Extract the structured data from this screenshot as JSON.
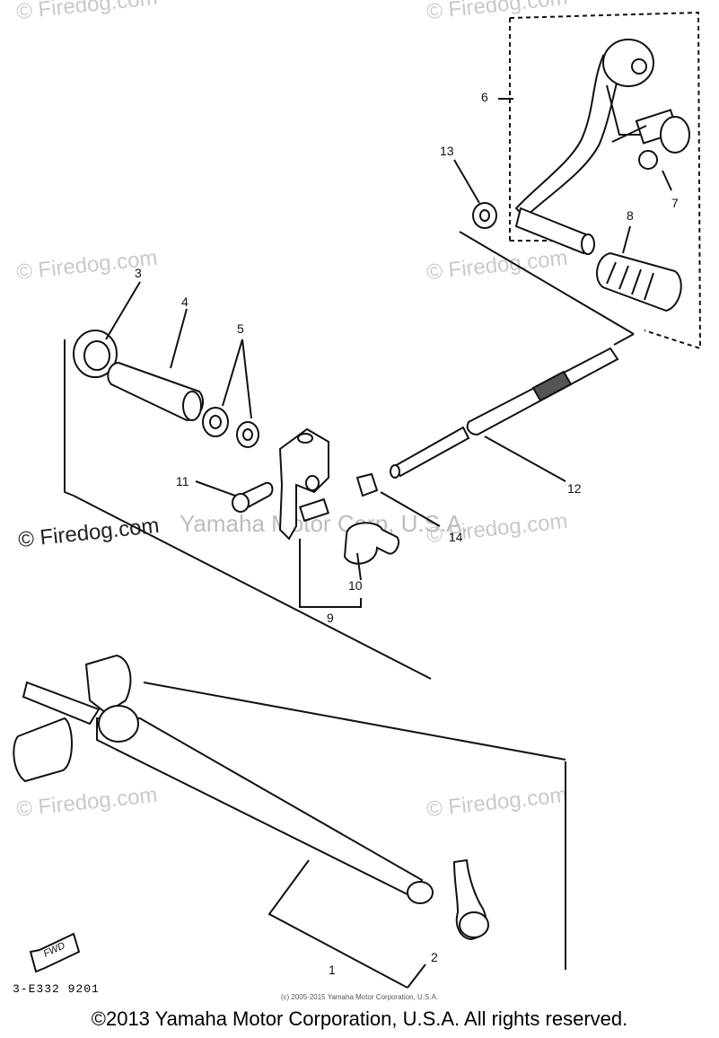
{
  "watermarks": [
    "© Firedog.com",
    "© Firedog.com",
    "© Firedog.com",
    "© Firedog.com",
    "© Firedog.com",
    "© Firedog.com",
    "© Firedog.com",
    "© Firedog.com"
  ],
  "watermark_center": "Yamaha Motor Corp, U.S.A.",
  "callouts": [
    "1",
    "2",
    "3",
    "4",
    "5",
    "6",
    "7",
    "8",
    "9",
    "10",
    "11",
    "12",
    "13",
    "14"
  ],
  "fwd_label": "FWD",
  "diagram_code": "3-E332 9201",
  "small_copyright": "(c) 2005-2015 Yamaha Motor Corporation, U.S.A.",
  "footer_copyright": "©2013 Yamaha Motor Corporation, U.S.A. All rights reserved."
}
